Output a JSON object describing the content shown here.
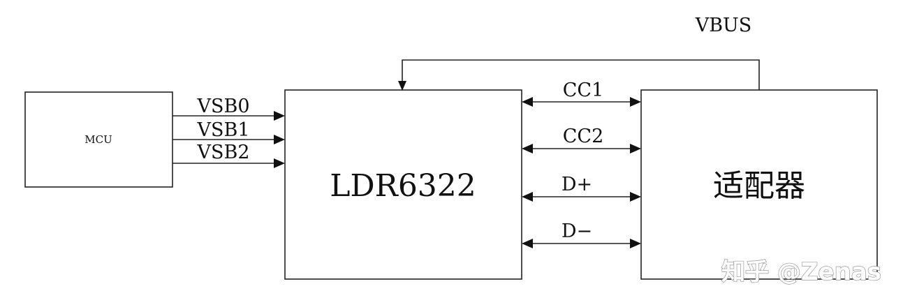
{
  "blocks": {
    "mcu": "MCU",
    "controller": "LDR6322",
    "adapter": "适配器"
  },
  "signals": {
    "vsb0": "VSB0",
    "vsb1": "VSB1",
    "vsb2": "VSB2",
    "cc1": "CC1",
    "cc2": "CC2",
    "dplus": "D+",
    "dminus": "D−",
    "vbus": "VBUS"
  },
  "watermark": "知乎 @Zenas"
}
